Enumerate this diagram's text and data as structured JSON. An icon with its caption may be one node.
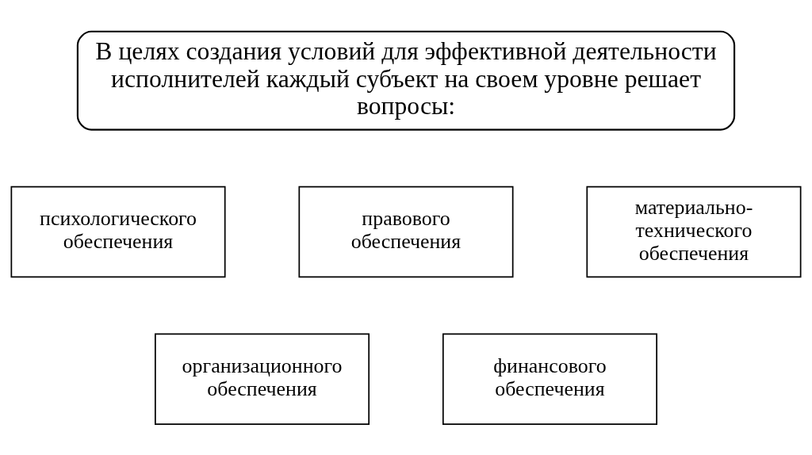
{
  "diagram": {
    "nodes": [
      {
        "text": [
          "В целях создания условий для эффективной деятельности исполнителей каждый субъект на своем уровне решает вопросы:"
        ]
      },
      {
        "text": [
          "психологического обеспечения"
        ]
      },
      {
        "text": [
          "правового обеспечения"
        ]
      },
      {
        "text": [
          "материально-технического обеспечения"
        ]
      },
      {
        "text": [
          "организационного обеспечения"
        ]
      },
      {
        "text": [
          "финансового обеспечения"
        ]
      }
    ]
  }
}
